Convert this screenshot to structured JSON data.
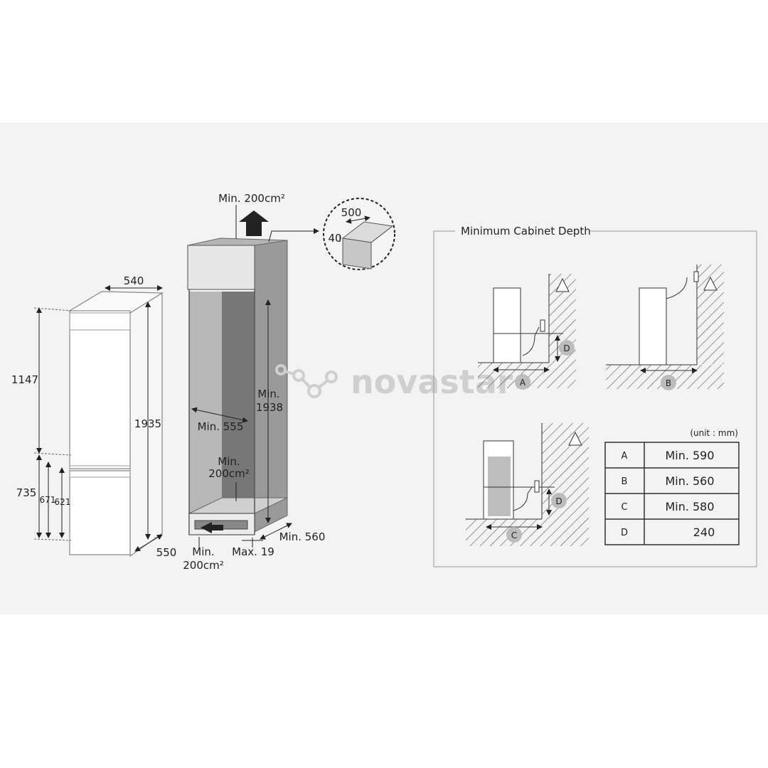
{
  "fridge": {
    "width": "540",
    "height_upper": "1147",
    "height_total": "1935",
    "height_lower": "735",
    "hinge_1": "671",
    "hinge_2": "621",
    "depth": "550"
  },
  "cabinet": {
    "vent_top": "Min. 200cm²",
    "height": "Min.",
    "height_value": "1938",
    "width": "Min. 555",
    "vent_mid_1": "Min.",
    "vent_mid_2": "200cm²",
    "vent_bottom_1": "Min.",
    "vent_bottom_2": "200cm²",
    "depth": "Min. 560",
    "gap": "Max. 19"
  },
  "detail": {
    "depth": "500",
    "height": "40"
  },
  "watermark": "novastar",
  "depth_panel": {
    "title": "Minimum Cabinet Depth",
    "unit": "(unit : mm)",
    "markers": [
      "A",
      "B",
      "C",
      "D",
      "D"
    ],
    "rows": [
      {
        "key": "A",
        "value": "Min. 590"
      },
      {
        "key": "B",
        "value": "Min. 560"
      },
      {
        "key": "C",
        "value": "Min. 580"
      },
      {
        "key": "D",
        "value": "240"
      }
    ]
  }
}
